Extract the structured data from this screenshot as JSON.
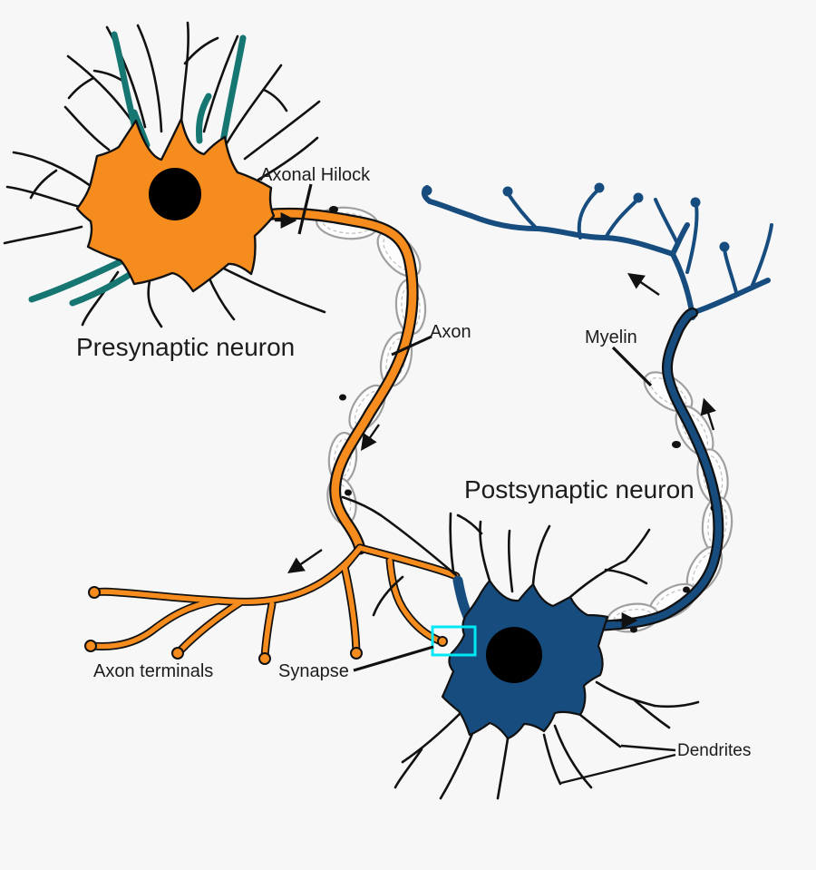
{
  "diagram": {
    "type": "biology-neuron-synapse-diagram",
    "labels": {
      "axonal_hillock": "Axonal Hilock",
      "presynaptic_neuron": "Presynaptic neuron",
      "axon": "Axon",
      "myelin": "Myelin",
      "postsynaptic_neuron": "Postsynaptic neuron",
      "axon_terminals": "Axon terminals",
      "synapse": "Synapse",
      "dendrites": "Dendrites"
    },
    "colors": {
      "bg": "#f7f7f7",
      "orange": "#f68c1e",
      "teal": "#157672",
      "blue": "#174c7e",
      "nucleus": "#000000",
      "cyan": "#00e8f4",
      "ink": "#111111",
      "myelin_edge": "#a0a0a0",
      "myelin_fill": "#fdfdfd",
      "label": "#1c1c1c"
    },
    "parts": [
      {
        "name": "presynaptic-neuron",
        "fill": "#f68c1e"
      },
      {
        "name": "presynaptic-dendrites",
        "fill": "#157672"
      },
      {
        "name": "postsynaptic-neuron",
        "fill": "#174c7e"
      },
      {
        "name": "myelin-sheath",
        "fill": "#fdfdfd"
      },
      {
        "name": "synapse-highlight-box",
        "stroke": "#00e8f4"
      },
      {
        "name": "nucleus",
        "fill": "#000000"
      }
    ]
  }
}
